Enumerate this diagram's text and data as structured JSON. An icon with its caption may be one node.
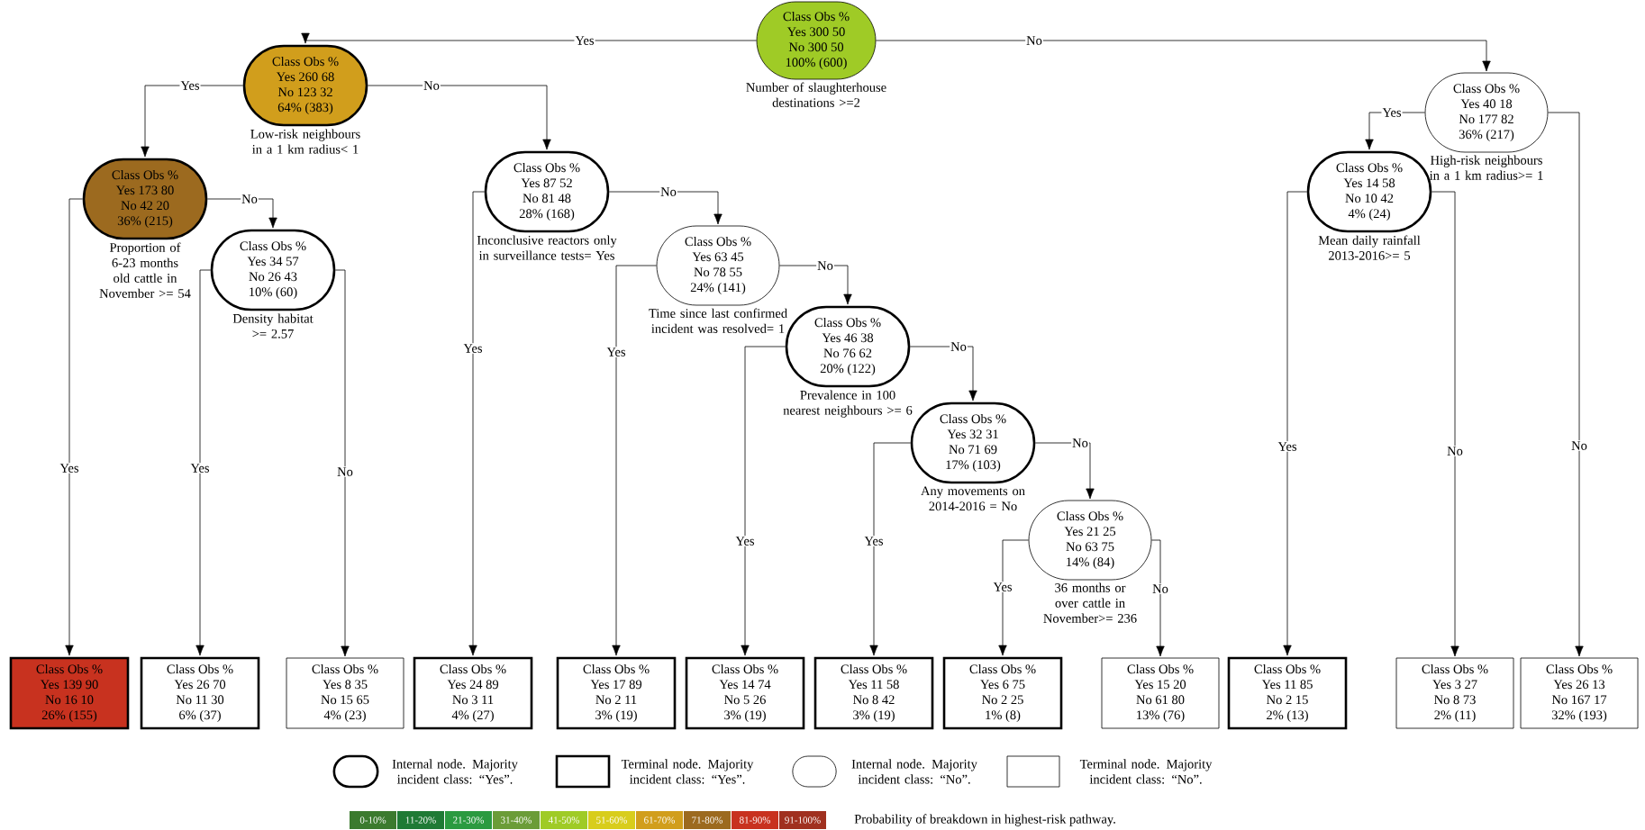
{
  "diagram": {
    "nodes": [
      {
        "text": [
          "Class Obs %",
          "Yes 300 50",
          "No 300 50",
          "100% (600)"
        ],
        "beside": [
          "Number of slaughterhouse destinations >=2"
        ]
      },
      {
        "text": [
          "Class Obs %",
          "Yes 260 68",
          "No 123 32",
          "64% (383)"
        ],
        "beside": [
          "Low-risk neighbours in a 1 km radius< 1"
        ]
      },
      {
        "text": [
          "Class Obs %",
          "Yes 40 18",
          "No 177 82",
          "36% (217)"
        ],
        "beside": [
          "High-risk neighbours in a 1 km radius>= 1"
        ]
      },
      {
        "text": [
          "Class Obs %",
          "Yes 173 80",
          "No 42 20",
          "36% (215)"
        ],
        "beside": [
          "Proportion of 6-23 months old cattle in November >= 54"
        ]
      },
      {
        "text": [
          "Class Obs %",
          "Yes 87 52",
          "No 81 48",
          "28% (168)"
        ],
        "beside": [
          "Inconclusive reactors only in surveillance tests= Yes"
        ]
      },
      {
        "text": [
          "Class Obs %",
          "Yes 14 58",
          "No 10 42",
          "4% (24)"
        ],
        "beside": [
          "Mean daily rainfall 2013-2016>= 5"
        ]
      },
      {
        "text": [
          "Class Obs %",
          "Yes 34 57",
          "No 26 43",
          "10% (60)"
        ],
        "beside": [
          "Density habitat >= 2.57"
        ]
      },
      {
        "text": [
          "Class Obs %",
          "Yes 63 45",
          "No 78 55",
          "24% (141)"
        ],
        "beside": [
          "Time since last confirmed incident was resolved= 1"
        ]
      },
      {
        "text": [
          "Class Obs %",
          "Yes 46 38",
          "No 76 62",
          "20% (122)"
        ],
        "beside": [
          "Prevalence in 100 nearest neighbours >= 6"
        ]
      },
      {
        "text": [
          "Class Obs %",
          "Yes 32 31",
          "No 71 69",
          "17% (103)"
        ],
        "beside": [
          "Any movements on 2014-2016 = No"
        ]
      },
      {
        "text": [
          "Class Obs %",
          "Yes 21 25",
          "No 63 75",
          "14% (84)"
        ],
        "beside": [
          "36 months or over cattle in November>= 236"
        ]
      },
      {
        "text": [
          "Class Obs %",
          "Yes 139 90",
          "No 16 10",
          "26% (155)"
        ]
      },
      {
        "text": [
          "Class Obs %",
          "Yes 26 70",
          "No 11 30",
          "6% (37)"
        ]
      },
      {
        "text": [
          "Class Obs %",
          "Yes 8 35",
          "No 15 65",
          "4% (23)"
        ]
      },
      {
        "text": [
          "Class Obs %",
          "Yes 24 89",
          "No 3 11",
          "4% (27)"
        ]
      },
      {
        "text": [
          "Class Obs %",
          "Yes 17 89",
          "No 2 11",
          "3% (19)"
        ]
      },
      {
        "text": [
          "Class Obs %",
          "Yes 14 74",
          "No 5 26",
          "3% (19)"
        ]
      },
      {
        "text": [
          "Class Obs %",
          "Yes 11 58",
          "No 8 42",
          "3% (19)"
        ]
      },
      {
        "text": [
          "Class Obs %",
          "Yes 6 75",
          "No 2 25",
          "1% (8)"
        ]
      },
      {
        "text": [
          "Class Obs %",
          "Yes 15 20",
          "No 61 80",
          "13% (76)"
        ]
      },
      {
        "text": [
          "Class Obs %",
          "Yes 11 85",
          "No 2 15",
          "2% (13)"
        ]
      },
      {
        "text": [
          "Class Obs %",
          "Yes 3 27",
          "No 8 73",
          "2% (11)"
        ]
      },
      {
        "text": [
          "Class Obs %",
          "Yes 26 13",
          "No 167 17",
          "32% (193)"
        ]
      }
    ],
    "edges": [
      {
        "from": 0,
        "to": 1,
        "arrow": "to",
        "label": "Yes"
      },
      {
        "from": 0,
        "to": 2,
        "arrow": "to",
        "label": "No"
      },
      {
        "from": 1,
        "to": 3,
        "arrow": "to",
        "label": "Yes"
      },
      {
        "from": 1,
        "to": 4,
        "arrow": "to",
        "label": "No"
      },
      {
        "from": 2,
        "to": 5,
        "arrow": "to",
        "label": "Yes"
      },
      {
        "from": 2,
        "to": 22,
        "arrow": "to",
        "label": "No"
      },
      {
        "from": 3,
        "to": 11,
        "arrow": "to",
        "label": "Yes"
      },
      {
        "from": 3,
        "to": 6,
        "arrow": "to",
        "label": "No"
      },
      {
        "from": 6,
        "to": 12,
        "arrow": "to",
        "label": "Yes"
      },
      {
        "from": 6,
        "to": 13,
        "arrow": "to",
        "label": "No"
      },
      {
        "from": 4,
        "to": 14,
        "arrow": "to",
        "label": "Yes"
      },
      {
        "from": 4,
        "to": 7,
        "arrow": "to",
        "label": "No"
      },
      {
        "from": 7,
        "to": 15,
        "arrow": "to",
        "label": "Yes"
      },
      {
        "from": 7,
        "to": 8,
        "arrow": "to",
        "label": "No"
      },
      {
        "from": 8,
        "to": 16,
        "arrow": "to",
        "label": "Yes"
      },
      {
        "from": 8,
        "to": 9,
        "arrow": "to",
        "label": "No"
      },
      {
        "from": 9,
        "to": 17,
        "arrow": "to",
        "label": "Yes"
      },
      {
        "from": 9,
        "to": 10,
        "arrow": "to",
        "label": "No"
      },
      {
        "from": 10,
        "to": 18,
        "arrow": "to",
        "label": "Yes"
      },
      {
        "from": 10,
        "to": 19,
        "arrow": "to",
        "label": "No"
      },
      {
        "from": 5,
        "to": 20,
        "arrow": "to",
        "label": "Yes"
      },
      {
        "from": 5,
        "to": 21,
        "arrow": "to",
        "label": "No"
      }
    ],
    "labels": [
      "Probability of breakdown in highest-risk pathway."
    ],
    "legend": [
      {
        "text": "Internal node. Majority incident class: “Yes”."
      },
      {
        "text": "Terminal node. Majority incident class: “Yes”."
      },
      {
        "text": "Internal node. Majority incident class: “No”."
      },
      {
        "text": "Terminal node. Majority incident class: “No”."
      },
      {
        "text": "0-10%",
        "color": "#3b7a2e"
      },
      {
        "text": "11-20%",
        "color": "#1f7a35"
      },
      {
        "text": "21-30%",
        "color": "#2b9a40"
      },
      {
        "text": "31-40%",
        "color": "#6b9c38"
      },
      {
        "text": "41-50%",
        "color": "#9fcb26"
      },
      {
        "text": "51-60%",
        "color": "#d8cd1c"
      },
      {
        "text": "61-70%",
        "color": "#d19e1c"
      },
      {
        "text": "71-80%",
        "color": "#9c6a1f"
      },
      {
        "text": "81-90%",
        "color": "#c8321f"
      },
      {
        "text": "91-100%",
        "color": "#a0301f"
      }
    ]
  }
}
